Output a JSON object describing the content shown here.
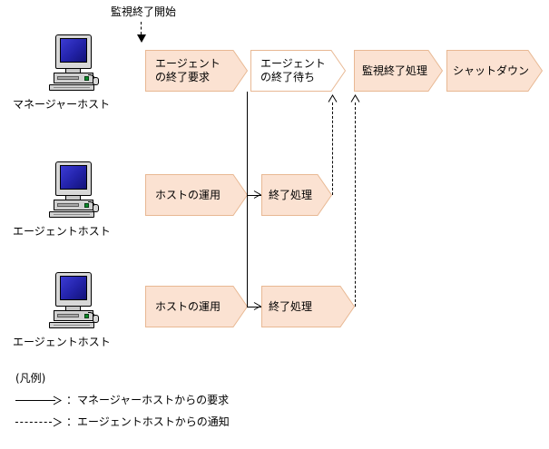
{
  "diagram": {
    "title_label": "監視終了開始",
    "colors": {
      "chevron_fill": "#fbe2d2",
      "chevron_border": "#e8b893",
      "chevron_empty_fill": "#ffffff",
      "line": "#000000",
      "screen_blue": "#2a2ac0"
    },
    "rows": [
      {
        "host_label": "マネージャーホスト",
        "steps": [
          {
            "label": "エージェント\nの終了要求",
            "filled": true
          },
          {
            "label": "エージェント\nの終了待ち",
            "filled": false
          },
          {
            "label": "監視終了処理",
            "filled": true
          },
          {
            "label": "シャットダウン",
            "filled": true
          }
        ]
      },
      {
        "host_label": "エージェントホスト",
        "steps": [
          {
            "label": "ホストの運用",
            "filled": true
          },
          {
            "label": "終了処理",
            "filled": true
          }
        ]
      },
      {
        "host_label": "エージェントホスト",
        "steps": [
          {
            "label": "ホストの運用",
            "filled": true
          },
          {
            "label": "終了処理",
            "filled": true
          }
        ]
      }
    ]
  },
  "legend": {
    "title": "(凡例)",
    "items": [
      {
        "style": "solid",
        "separator": "：",
        "text": "マネージャーホストからの要求"
      },
      {
        "style": "dashed",
        "separator": "：",
        "text": "エージェントホストからの通知"
      }
    ]
  }
}
